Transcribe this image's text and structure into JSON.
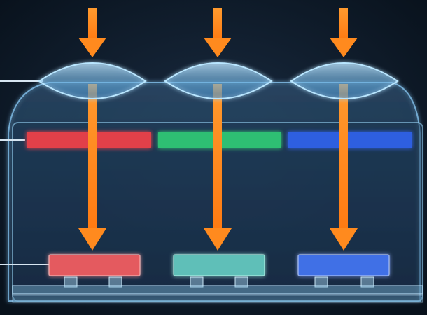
{
  "diagram": {
    "callout_lines": 3,
    "columns": [
      {
        "lens": "microlens-left",
        "filter_color": "#e2404a",
        "photodiode_color": "#e45a5e"
      },
      {
        "lens": "microlens-center",
        "filter_color": "#2fbf73",
        "photodiode_color": "#5fbfb8"
      },
      {
        "lens": "microlens-right",
        "filter_color": "#2f5fe0",
        "photodiode_color": "#3f6fe6"
      }
    ],
    "colors": {
      "background": "#0b1420",
      "glass_edge": "#8fd2ff",
      "light_arrow": "#ff8a1e",
      "substrate": "#9fd6f0"
    }
  }
}
